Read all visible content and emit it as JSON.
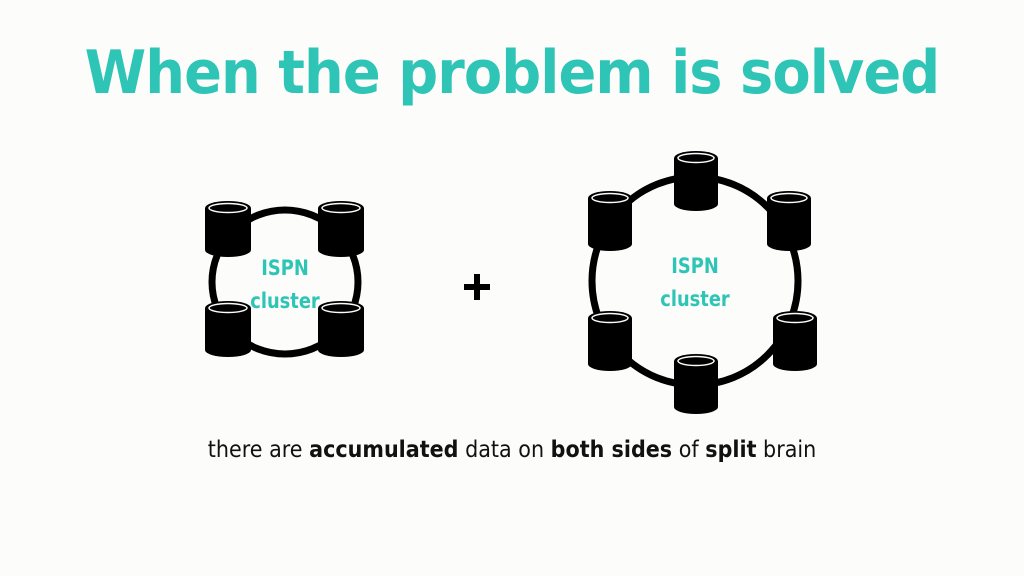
{
  "title": "When the problem is solved",
  "clusters": [
    {
      "label_line1": "ISPN",
      "label_line2": "cluster",
      "node_count": 4
    },
    {
      "label_line1": "ISPN",
      "label_line2": "cluster",
      "node_count": 6
    }
  ],
  "operator": "+",
  "caption": {
    "part1": "there are ",
    "bold1": "accumulated",
    "part2": " data on ",
    "bold2": "both sides",
    "part3": " of ",
    "bold3": "split",
    "part4": " brain"
  },
  "colors": {
    "accent": "#2ec4b6",
    "node": "#000000",
    "background": "#fcfcfa"
  }
}
